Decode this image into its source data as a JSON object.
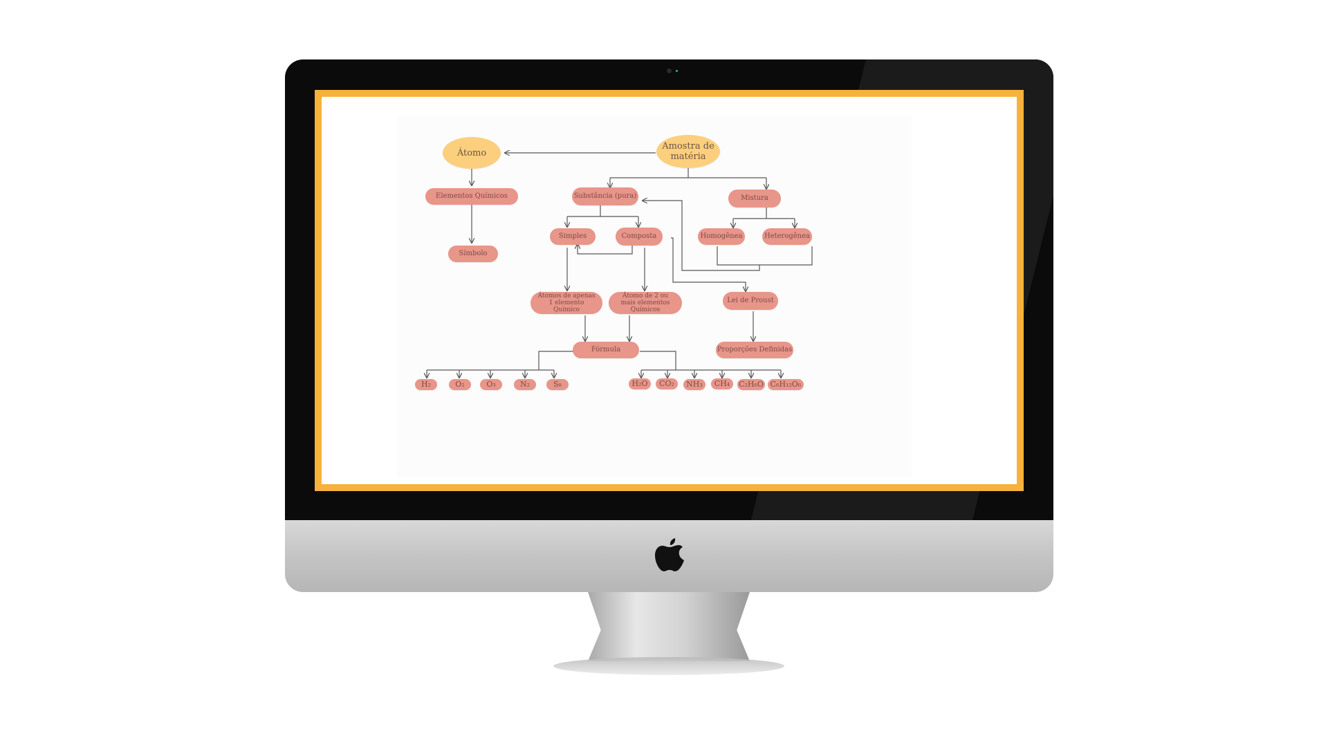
{
  "colors": {
    "frame": "#f6b23c",
    "node": "#e8958a",
    "root_node": "#fccf7e",
    "connector": "#555555"
  },
  "icons": {
    "logo": "apple-logo-icon",
    "camera": "camera-icon"
  },
  "diagram": {
    "nodes": {
      "atomo": "Átomo",
      "amostra": "Amostra de matéria",
      "elementos": "Elementos Químicos",
      "simbolo": "Símbolo",
      "substancia": "Substância (pura)",
      "mistura": "Mistura",
      "simples": "Simples",
      "composta": "Composta",
      "homogenea": "Homogênea",
      "heterogenea": "Heterogênea",
      "atomos_um": "Átomos de apenas 1 elemento Químico",
      "atomos_dois": "Átomo de 2 ou mais elementos Químicos",
      "lei_proust": "Lei de Proust",
      "formula": "Fórmula",
      "proporcoes": "Proporções Definidas"
    },
    "simple_formulas": [
      "H₂",
      "O₂",
      "O₃",
      "N₂",
      "S₈"
    ],
    "compound_formulas": [
      "H₂O",
      "CO₂",
      "NH₃",
      "CH₄",
      "C₂H₆O",
      "C₆H₁₂O₆"
    ]
  }
}
